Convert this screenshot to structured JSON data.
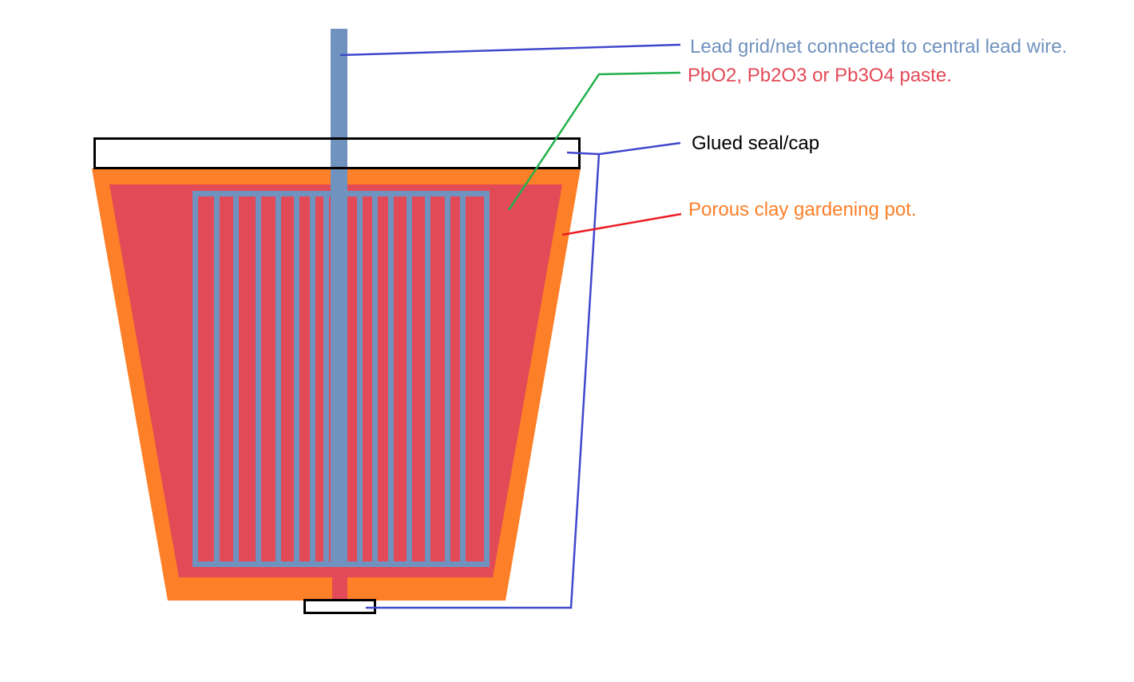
{
  "diagram": {
    "title": "Lead-acid electrode in porous clay pot (cross-section)",
    "colors": {
      "pot": "#fd7f28",
      "paste": "#e24a57",
      "grid": "#7092be",
      "seal_outline": "#000000",
      "leader_blue": "#3f48cc",
      "leader_green": "#22b14c",
      "leader_red": "#ed1c24"
    },
    "labels": {
      "grid": {
        "text": "Lead grid/net connected to central lead wire.",
        "color": "#7092be"
      },
      "paste": {
        "text": "PbO2, Pb2O3 or Pb3O4 paste.",
        "color": "#e24a57"
      },
      "seal": {
        "text": "Glued seal/cap",
        "color": "#000000"
      },
      "pot": {
        "text": "Porous clay gardening pot.",
        "color": "#fd7f28"
      }
    },
    "components": [
      {
        "id": "central-wire",
        "name": "Central lead wire"
      },
      {
        "id": "lead-grid",
        "name": "Lead grid/net",
        "bar_count": 16
      },
      {
        "id": "paste-fill",
        "name": "Lead oxide paste"
      },
      {
        "id": "clay-pot",
        "name": "Porous clay gardening pot"
      },
      {
        "id": "top-seal",
        "name": "Glued top seal/cap"
      },
      {
        "id": "bottom-seal",
        "name": "Glued bottom seal/cap"
      }
    ]
  }
}
